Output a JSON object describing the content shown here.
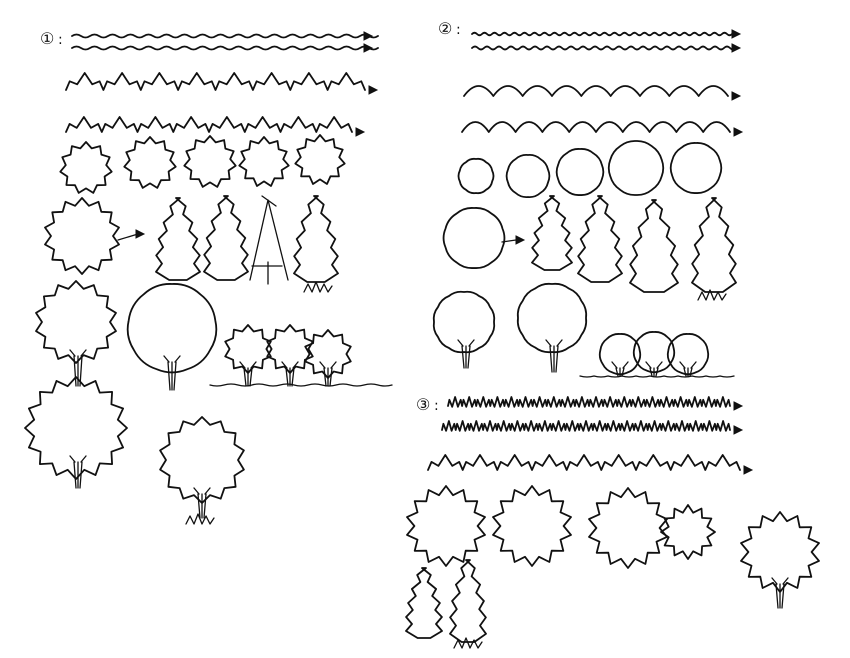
{
  "sheet": {
    "sections": [
      {
        "id": "section-1",
        "label": "①",
        "suffix": ":"
      },
      {
        "id": "section-2",
        "label": "②",
        "suffix": ":"
      },
      {
        "id": "section-3",
        "label": "③",
        "suffix": ":"
      }
    ]
  }
}
